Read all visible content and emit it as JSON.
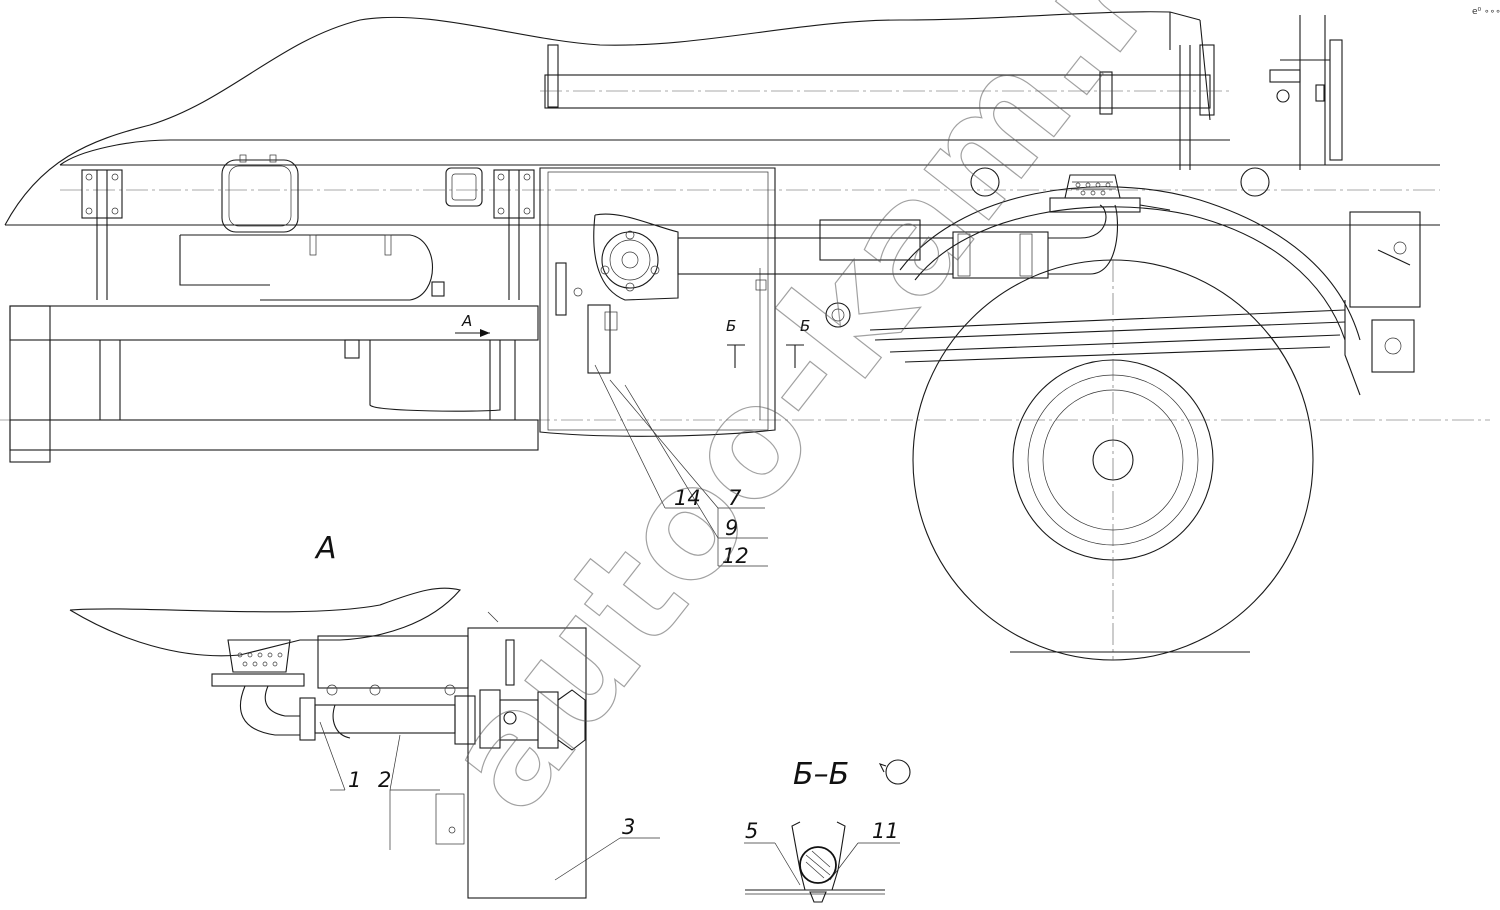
{
  "drawing": {
    "watermark": "autoo-kam.ru",
    "corner_mark": "e⁰ ∘∘∘",
    "view_labels": {
      "main_arrow": "А",
      "view_a": "А",
      "section_mark_left": "Б",
      "section_mark_right": "Б",
      "section_view": "Б–Б",
      "rotation_symbol": "⟲"
    },
    "callouts": {
      "c1": "1",
      "c2": "2",
      "c3": "3",
      "c5": "5",
      "c7": "7",
      "c9": "9",
      "c11": "11",
      "c12": "12",
      "c14": "14"
    }
  }
}
